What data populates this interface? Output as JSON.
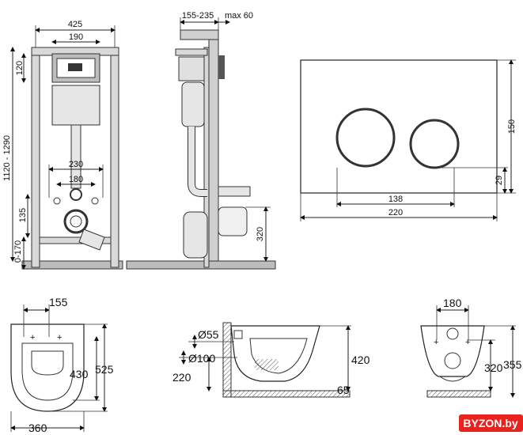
{
  "frame_view": {
    "width_label": "425",
    "bracket_width_label": "190",
    "bracket_height_label": "120",
    "total_height_label": "1120 - 1290",
    "outlet_spacing_label": "230",
    "pipe_spacing_label": "180",
    "outlet_height_label": "135",
    "leg_adjust_label": "0-170"
  },
  "side_view": {
    "depth_label": "155-235",
    "max_wall_label": "max 60",
    "outlet_height_label": "320"
  },
  "flush_plate": {
    "height_label": "150",
    "width_label": "220",
    "button_spacing_label": "138",
    "bottom_offset_label": "29"
  },
  "bowl_top_view": {
    "mount_spacing_label": "155",
    "inner_length_label": "430",
    "length_label": "525",
    "width_label": "360"
  },
  "bowl_side_view": {
    "inlet_label": "Ø55",
    "outlet_label": "Ø100",
    "outlet_height_label": "220",
    "height_label": "420",
    "offset_label": "65"
  },
  "bowl_rear_view": {
    "mount_spacing_label": "180",
    "outlet_height_label": "320",
    "height_label": "355"
  },
  "watermark": {
    "text": "BYZON.by",
    "color": "#e8231e"
  }
}
